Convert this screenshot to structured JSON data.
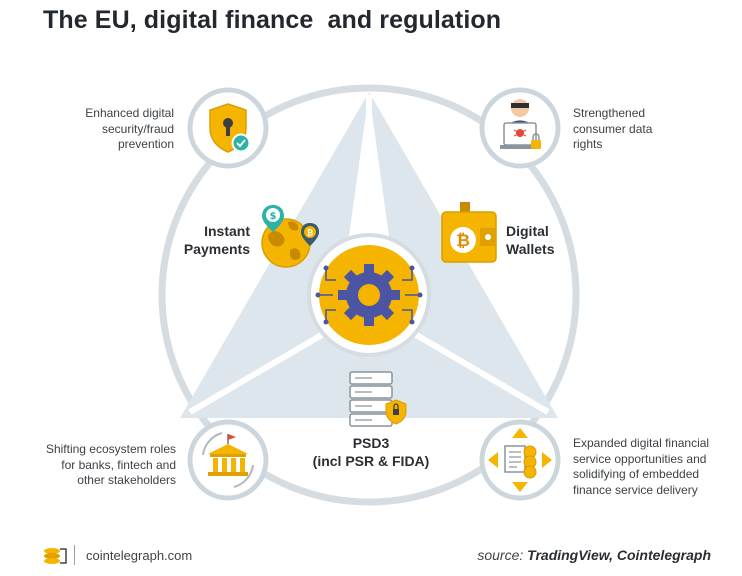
{
  "title": "The EU, digital finance  and regulation",
  "features": {
    "top_left": [
      "Enhanced digital",
      "security/fraud",
      "prevention"
    ],
    "top_right": [
      "Strengthened",
      "consumer data",
      "rights"
    ],
    "bottom_left": [
      "Shifting ecosystem roles",
      "for banks, fintech and",
      "other stakeholders"
    ],
    "bottom_right": [
      "Expanded digital financial",
      "service opportunities and",
      "solidifying of embedded",
      "finance service delivery"
    ]
  },
  "center": {
    "instant_payments": [
      "Instant",
      "Payments"
    ],
    "digital_wallets": [
      "Digital",
      "Wallets"
    ],
    "psd3": [
      "PSD3",
      "(incl PSR & FIDA)"
    ]
  },
  "footer": {
    "site": "cointelegraph.com",
    "source_prefix": "source:",
    "source_names": "TradingView, Cointelegraph"
  },
  "colors": {
    "ring": "#d5dde3",
    "triangle": "#dde6ec",
    "accent_yellow": "#f4b400",
    "icon_border": "#cdd6dd"
  },
  "icons": {
    "top_left": "shield-lock-check-icon",
    "top_right": "hacker-laptop-icon",
    "bottom_left": "bank-cycle-icon",
    "bottom_right": "document-coins-arrows-icon",
    "center": "gear-network-icon",
    "instant_payments": "globe-pins-icon",
    "digital_wallets": "bitcoin-wallet-icon",
    "psd3": "server-lock-icon"
  }
}
